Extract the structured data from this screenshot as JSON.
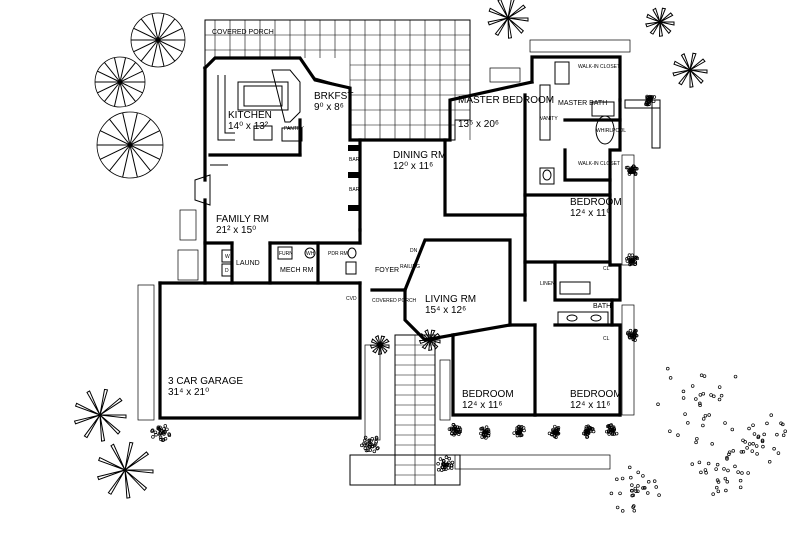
{
  "rooms": {
    "covered_porch_top": "COVERED PORCH",
    "kitchen": {
      "name": "KITCHEN",
      "dims": "14⁰ x 13²"
    },
    "breakfast": {
      "name": "BRKFST",
      "dims": "9⁰ x 8⁶"
    },
    "master_bedroom": {
      "name": "MASTER BEDROOM",
      "dims": "13⁶ x 20⁶"
    },
    "master_bath": "MASTER BATH",
    "walk_in_closet_1": "WALK-IN CLOSET",
    "walk_in_closet_2": "WALK-IN CLOSET",
    "dining": {
      "name": "DINING RM",
      "dims": "12⁰ x 11⁶"
    },
    "family": {
      "name": "FAMILY RM",
      "dims": "21² x 15⁰"
    },
    "bedroom_right": {
      "name": "BEDROOM",
      "dims": "12⁴ x 11⁰"
    },
    "laund": "LAUND",
    "mech": "MECH RM",
    "foyer": "FOYER",
    "living": {
      "name": "LIVING RM",
      "dims": "15⁴ x 12⁶"
    },
    "covered_porch_front": "COVERED PORCH",
    "bath": "BATH",
    "garage": {
      "name": "3 CAR GARAGE",
      "dims": "31⁴ x 21⁰"
    },
    "bedroom_bottom_left": {
      "name": "BEDROOM",
      "dims": "12⁴ x 11⁶"
    },
    "bedroom_bottom_right": {
      "name": "BEDROOM",
      "dims": "12⁴ x 11⁶"
    }
  },
  "small_labels": {
    "pantry": "PANTRY",
    "bar1": "BAR",
    "bar2": "BAR",
    "furn": "FURN",
    "wh": "WH",
    "pdr": "PDR RM",
    "cl": "CL",
    "cl2": "CL",
    "linen": "LINEN",
    "whirlpool": "WHIRLPOOL",
    "rail": "RAILING",
    "dn": "DN",
    "cvd": "CVD",
    "wd1": "W",
    "wd2": "D",
    "vanity": "VANITY"
  }
}
